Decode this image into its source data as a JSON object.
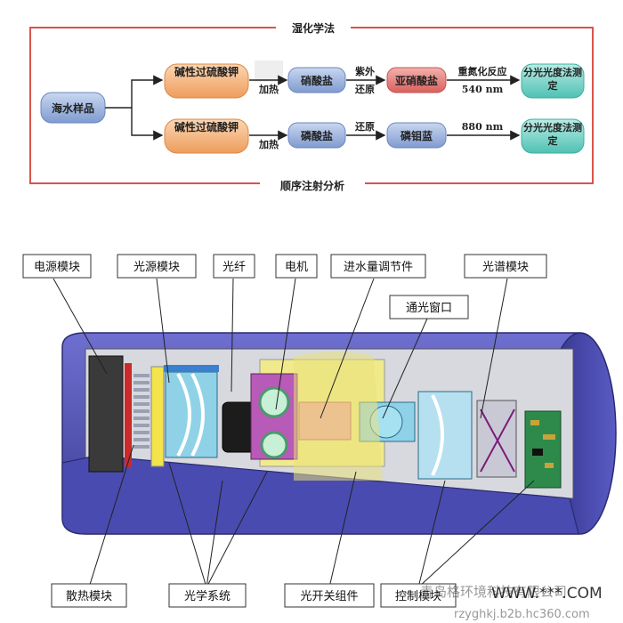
{
  "flow": {
    "top_label": "湿化学法",
    "bottom_label": "顺序注射分析",
    "start_node": "海水样品",
    "row1": {
      "reagent": "碱性过硫酸钾",
      "step1": "加热",
      "node2": "硝酸盐",
      "step2_top": "紫外",
      "step2_bottom": "还原",
      "node3": "亚硝酸盐",
      "step3_top": "重氮化反应",
      "step3_bottom": "540 nm",
      "result": "分光光度法测定"
    },
    "row2": {
      "reagent": "碱性过硫酸钾",
      "step1": "加热",
      "node2": "磷酸盐",
      "step2_top": "还原",
      "node3": "磷钼蓝",
      "step3_top": "880 nm",
      "result": "分光光度法测定"
    },
    "colors": {
      "frame": "#d9534f",
      "blue_node": "#8aa6d6",
      "orange_node": "#f2b27a",
      "red_node": "#e07a78",
      "teal_node": "#74cfc4"
    }
  },
  "device": {
    "labels": {
      "power_module": "电源模块",
      "light_source_module": "光源模块",
      "optical_fiber": "光纤",
      "motor": "电机",
      "water_inlet_adjuster": "进水量调节件",
      "light_window": "通光窗口",
      "spectrum_module": "光谱模块",
      "heat_sink_module": "散热模块",
      "optical_system": "光学系统",
      "light_switch_assembly": "光开关组件",
      "control_module": "控制模块"
    },
    "watermark_company": "青岛格环境科技有限公司",
    "watermark_main": "WWW.***.COM",
    "watermark_url": "rzyghkj.b2b.hc360.com"
  }
}
